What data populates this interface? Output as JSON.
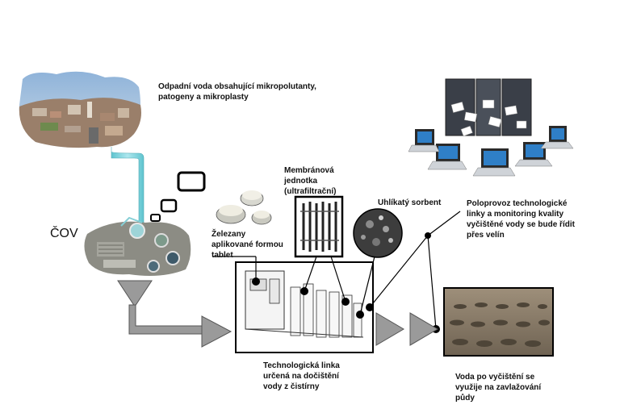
{
  "labels": {
    "wastewater": "Odpadní voda obsahující mikropolutanty, patogeny a mikroplasty",
    "cov": "ČOV",
    "tablets": "Železany aplikované formou tablet",
    "membrane": "Membránová jednotka (ultrafiltrační)",
    "sorbent": "Uhlíkatý sorbent",
    "pilot": "Poloprovoz technologické linky a monitoring kvality vyčištěné vody se bude řídit přes velín",
    "techline": "Technologická linka určená na dočištění vody z čistírny",
    "irrigation": "Voda po vyčištění se využije na zavlažování půdy"
  },
  "colors": {
    "pipe": "#7fd3dd",
    "arrow": "#9a9a9a",
    "arrow_outline": "#555555",
    "line": "#000000"
  }
}
